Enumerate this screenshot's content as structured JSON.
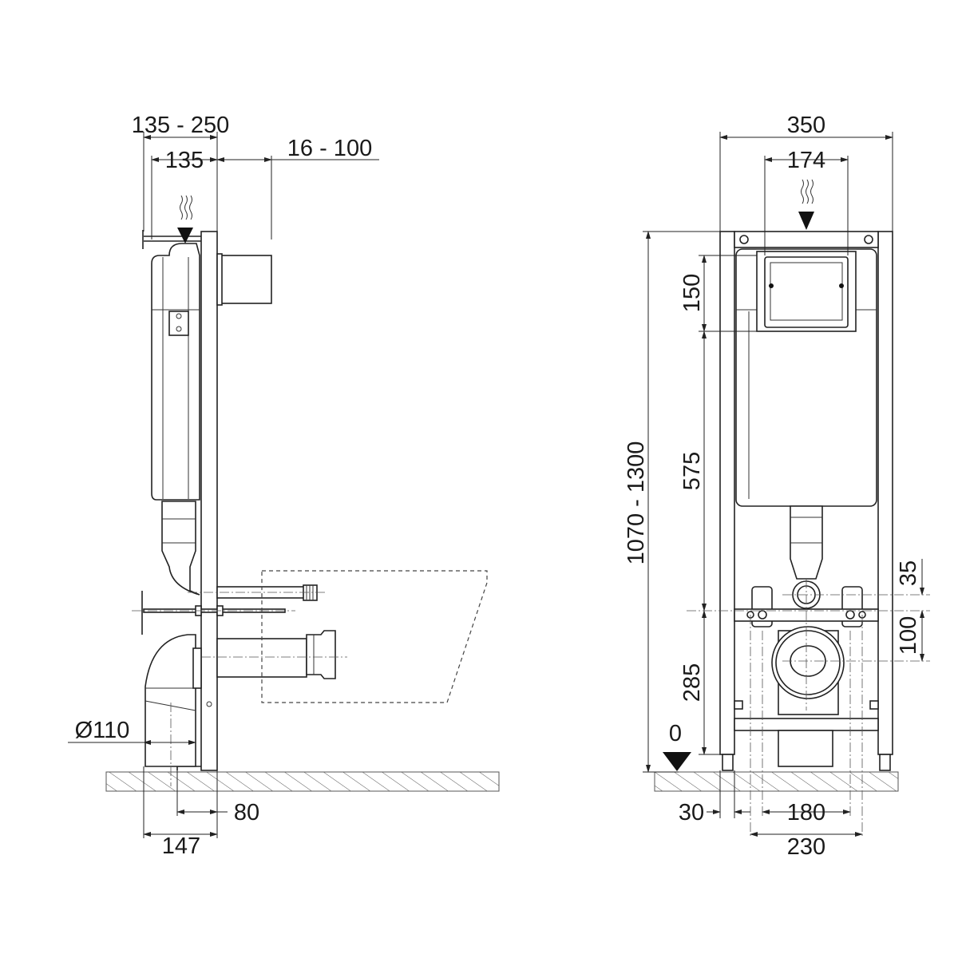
{
  "side_view": {
    "dims": {
      "adjust_depth": "135 - 250",
      "depth": "135",
      "wall_cover": "16 - 100",
      "pipe_diameter": "Ø110",
      "foot_offset": "80",
      "elbow_depth": "147"
    }
  },
  "front_view": {
    "dims": {
      "width": "350",
      "button_width": "174",
      "height_range": "1070 - 1300",
      "button_height": "150",
      "tank_to_bolts": "575",
      "bolts_height": "285",
      "inlet_offset": "35",
      "outlet_offset": "100",
      "floor_zero": "0",
      "post_width": "30",
      "bolt_spacing": "180",
      "bracket_spacing": "230"
    }
  }
}
